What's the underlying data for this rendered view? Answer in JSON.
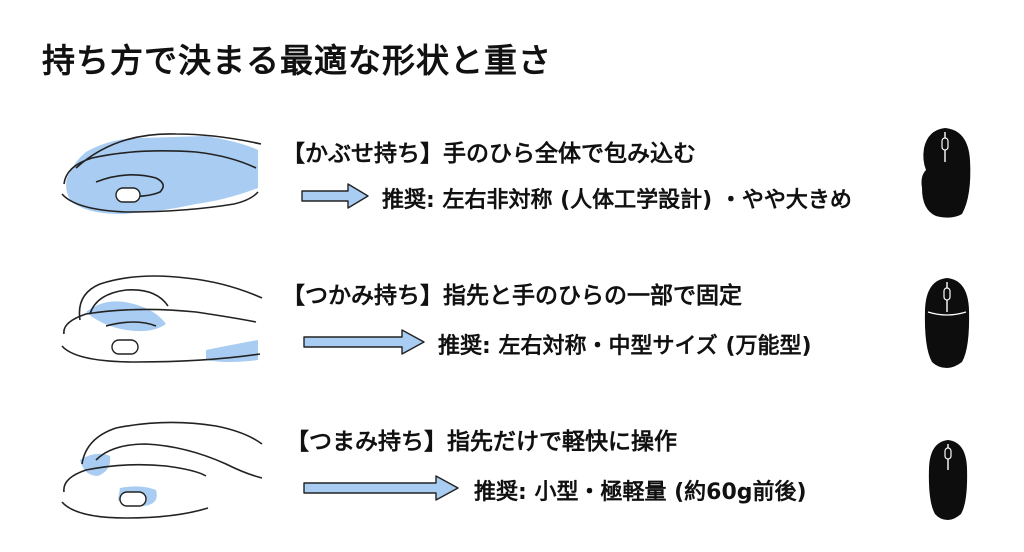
{
  "title": "持ち方で決まる最適な形状と重さ",
  "colors": {
    "accent": "#a9cdf2",
    "ink": "#111111",
    "mouse": "#0d0d0d"
  },
  "grips": [
    {
      "heading": "【かぶせ持ち】手のひら全体で包み込む",
      "recommendation": "推奨: 左右非対称 (人体工学設計) ・やや大きめ"
    },
    {
      "heading": "【つかみ持ち】指先と手のひらの一部で固定",
      "recommendation": "推奨: 左右対称・中型サイズ (万能型)"
    },
    {
      "heading": "【つまみ持ち】指先だけで軽快に操作",
      "recommendation": "推奨: 小型・極軽量 (約60g前後)"
    }
  ]
}
